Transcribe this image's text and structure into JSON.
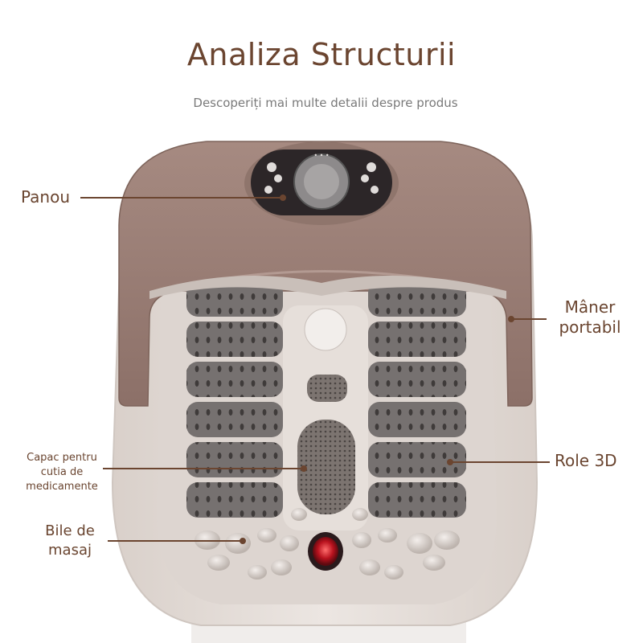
{
  "header": {
    "title": "Analiza Structurii",
    "subtitle": "Descoperiți mai multe detalii despre produs"
  },
  "callouts": {
    "panel": "Panou",
    "handle": "Mâner portabil",
    "medicine_box_cover": "Capac pentru cutia de medicamente",
    "massage_balls": "Bile de masaj",
    "rollers": "Role 3D"
  },
  "colors": {
    "brand_brown": "#6b4530",
    "shell_brown": "#9a8078",
    "basin_cream": "#e8e0da",
    "roller_gray": "#6f6b68",
    "light_red": "#c0202a"
  }
}
